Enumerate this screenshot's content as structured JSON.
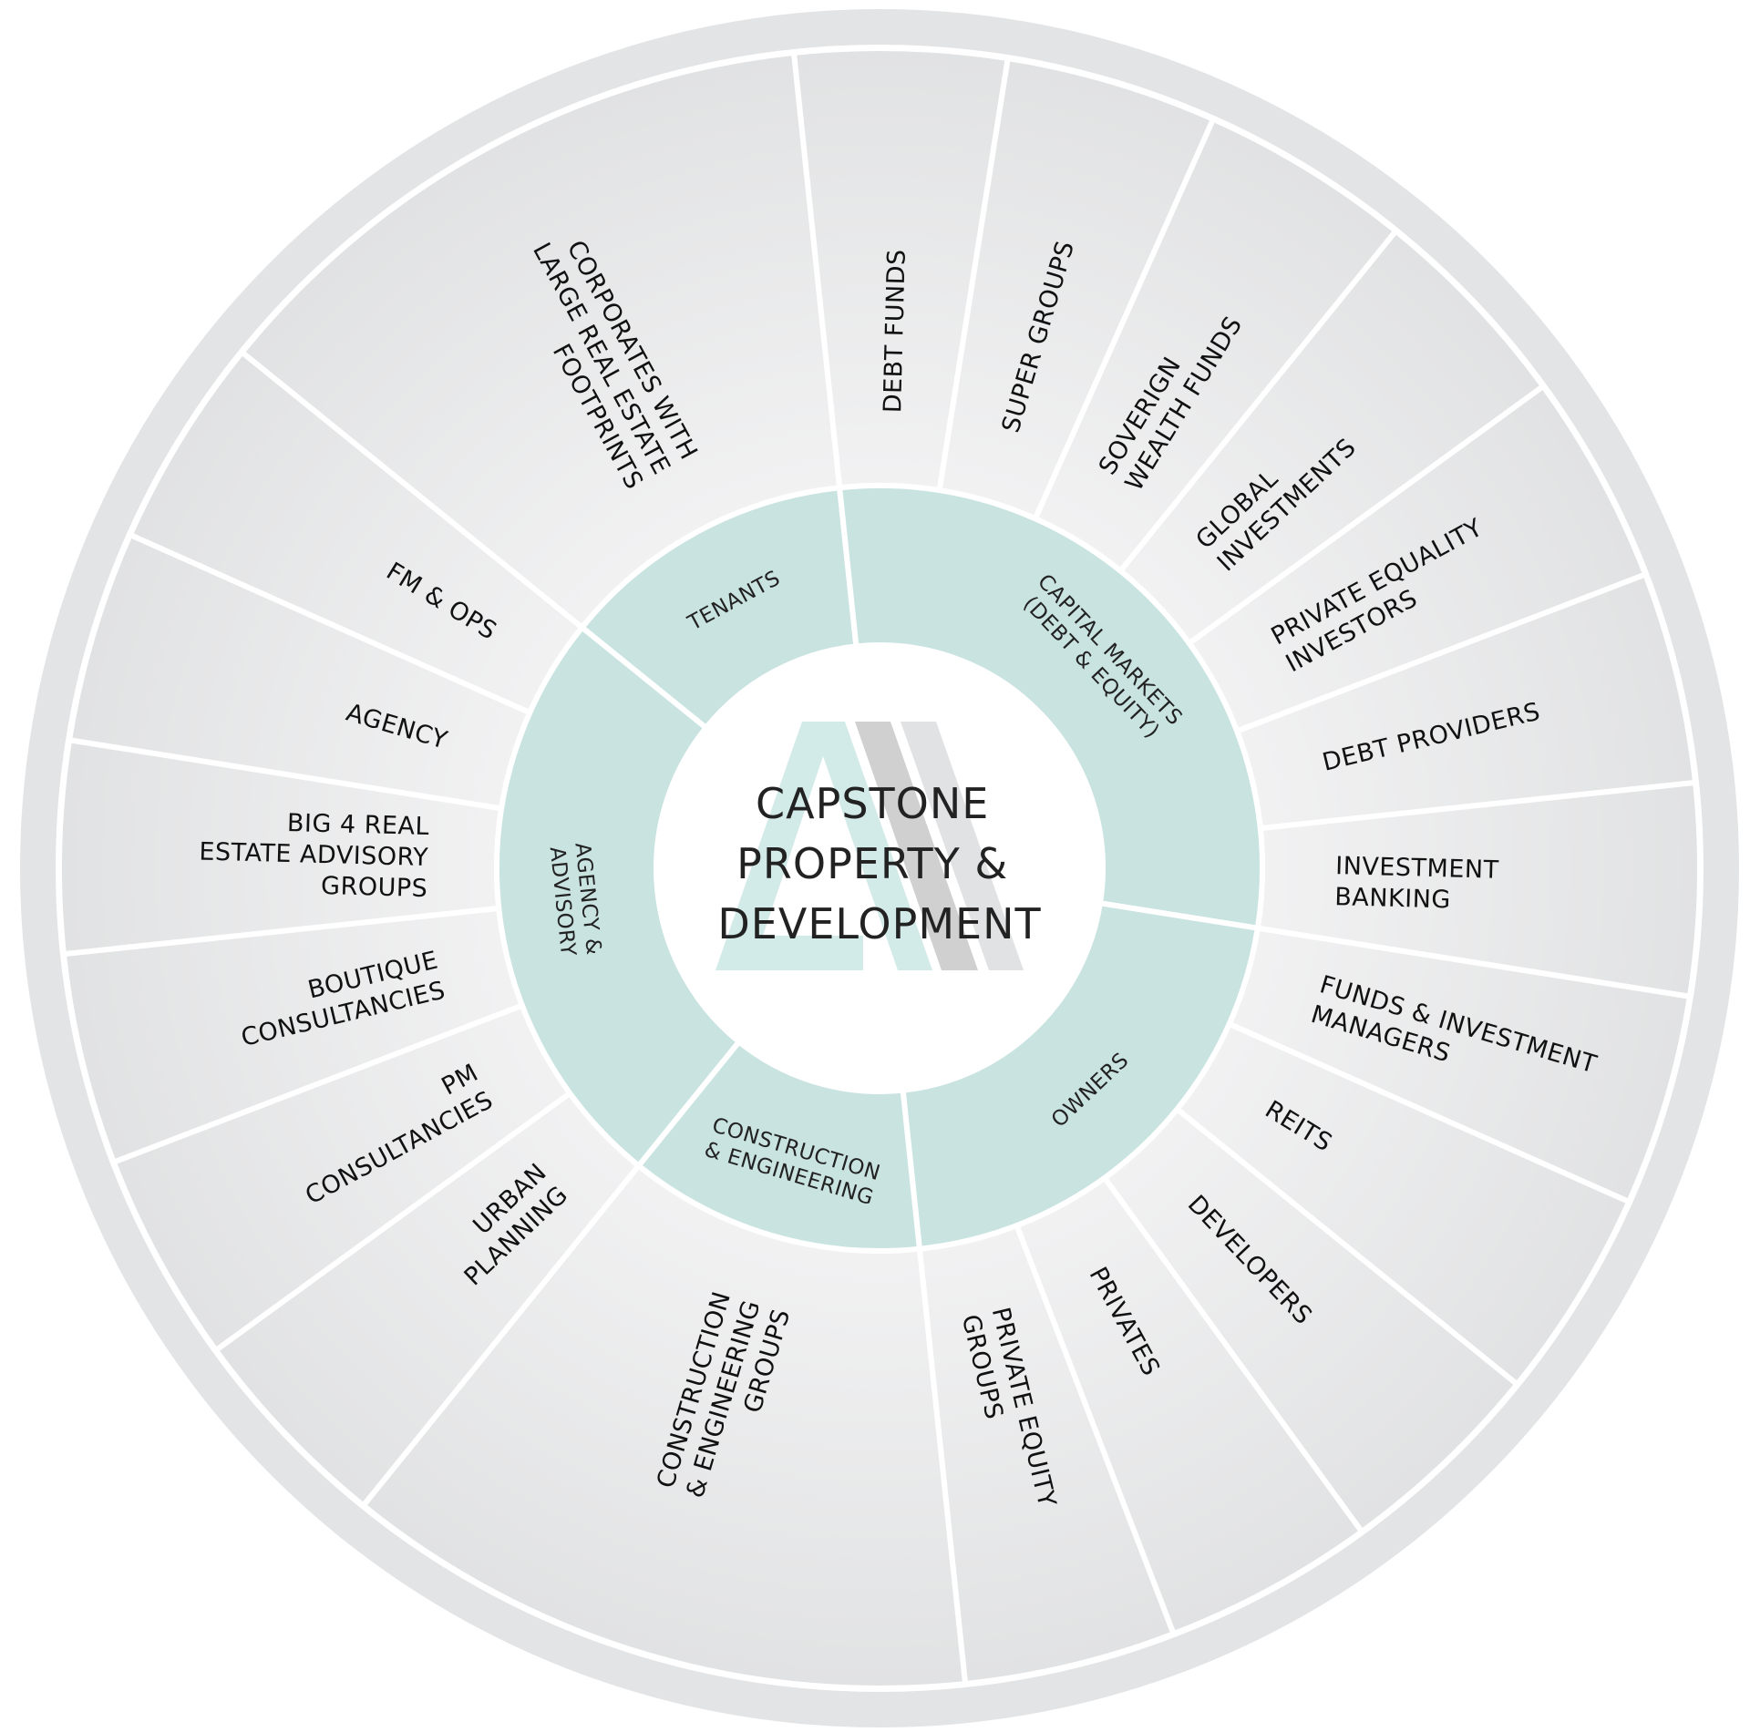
{
  "title_lines": [
    "CAPSTONE",
    "PROPERTY &",
    "DEVELOPMENT"
  ],
  "colors": {
    "outer_ring": "#e3e4e5",
    "segment_center": "#f1f1f2",
    "segment_edge": "#e2e3e4",
    "inner_ring": "#c9e3e1",
    "logo_teal": "#d3ebe8",
    "logo_stripe_dark": "#d0d0d1",
    "logo_stripe_light": "#e1e2e3",
    "text": "#111111"
  },
  "categories": [
    {
      "id": "tenants",
      "lines": [
        "TENANTS"
      ],
      "start": 309,
      "end": 354
    },
    {
      "id": "capital-markets",
      "lines": [
        "CAPITAL MARKETS",
        "(DEBT & EQUITY)"
      ],
      "start": 354,
      "end": 459
    },
    {
      "id": "owners",
      "lines": [
        "OWNERS"
      ],
      "start": 99,
      "end": 174
    },
    {
      "id": "construction",
      "lines": [
        "CONSTRUCTION",
        "& ENGINEERING"
      ],
      "start": 174,
      "end": 219
    },
    {
      "id": "agency-advisory",
      "lines": [
        "AGENCY &",
        "ADVISORY"
      ],
      "start": 219,
      "end": 309
    }
  ],
  "segments": [
    {
      "lines": [
        "DEBT FUNDS"
      ],
      "start": 354,
      "end": 369
    },
    {
      "lines": [
        "SUPER GROUPS"
      ],
      "start": 9,
      "end": 24
    },
    {
      "lines": [
        "SOVERIGN",
        "WEALTH FUNDS"
      ],
      "start": 24,
      "end": 39
    },
    {
      "lines": [
        "GLOBAL",
        "INVESTMENTS"
      ],
      "start": 39,
      "end": 54
    },
    {
      "lines": [
        "PRIVATE EQUALITY",
        "INVESTORS"
      ],
      "start": 54,
      "end": 69
    },
    {
      "lines": [
        "DEBT PROVIDERS"
      ],
      "start": 69,
      "end": 84
    },
    {
      "lines": [
        "INVESTMENT",
        "BANKING"
      ],
      "start": 84,
      "end": 99
    },
    {
      "lines": [
        "FUNDS & INVESTMENT",
        "MANAGERS"
      ],
      "start": 99,
      "end": 114
    },
    {
      "lines": [
        "REITS"
      ],
      "start": 114,
      "end": 129
    },
    {
      "lines": [
        "DEVELOPERS"
      ],
      "start": 129,
      "end": 144
    },
    {
      "lines": [
        "PRIVATES"
      ],
      "start": 144,
      "end": 159
    },
    {
      "lines": [
        "PRIVATE EQUITY",
        "GROUPS"
      ],
      "start": 159,
      "end": 174
    },
    {
      "lines": [
        "CONSTRUCTION",
        "& ENGINEERING",
        "GROUPS"
      ],
      "start": 174,
      "end": 219
    },
    {
      "lines": [
        "URBAN",
        "PLANNING"
      ],
      "start": 219,
      "end": 234
    },
    {
      "lines": [
        "PM",
        "CONSULTANCIES"
      ],
      "start": 234,
      "end": 249
    },
    {
      "lines": [
        "BOUTIQUE",
        "CONSULTANCIES"
      ],
      "start": 249,
      "end": 264
    },
    {
      "lines": [
        "BIG 4 REAL",
        "ESTATE ADVISORY",
        "GROUPS"
      ],
      "start": 264,
      "end": 279
    },
    {
      "lines": [
        "AGENCY"
      ],
      "start": 279,
      "end": 294
    },
    {
      "lines": [
        "FM & OPS"
      ],
      "start": 294,
      "end": 309
    },
    {
      "lines": [
        "CORPORATES WITH",
        "LARGE REAL ESTATE",
        "FOOTPRINTS"
      ],
      "start": 309,
      "end": 354
    }
  ]
}
